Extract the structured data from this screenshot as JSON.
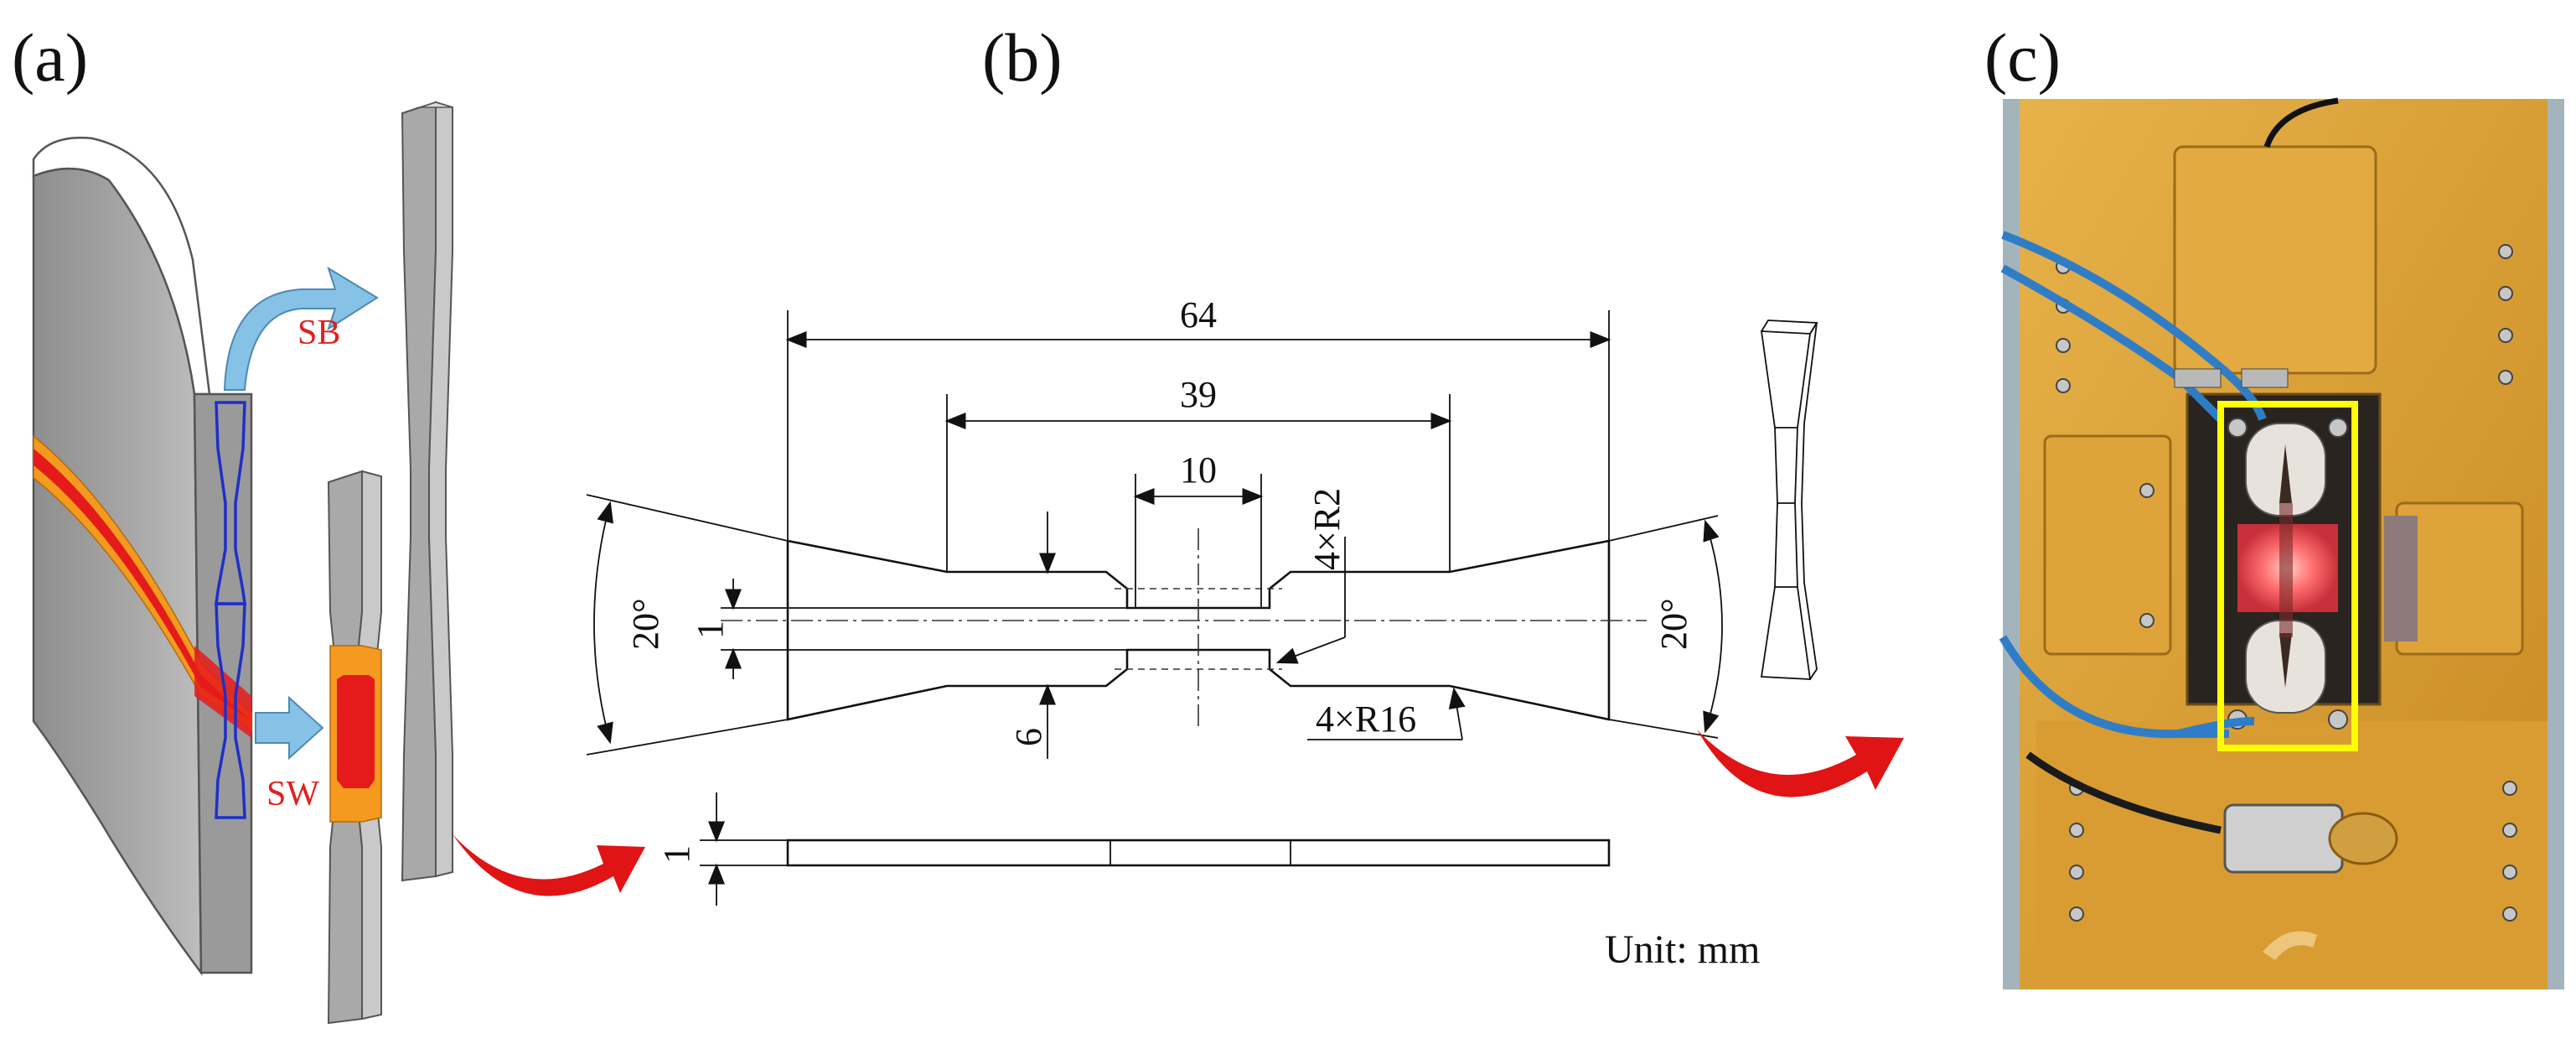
{
  "panels": {
    "a": {
      "label": "(a)",
      "specimen_labels": {
        "sb": "SB",
        "sw": "SW"
      }
    },
    "b": {
      "label": "(b)",
      "dimensions": {
        "total_length": "64",
        "grip_to_grip": "39",
        "gauge_length": "10",
        "gauge_width": "1",
        "shoulder_width": "6",
        "thickness": "1",
        "small_radius": "4×R2",
        "large_radius": "4×R16",
        "angle_left": "20°",
        "angle_right": "20°"
      },
      "unit_note": "Unit: mm"
    },
    "c": {
      "label": "(c)"
    }
  },
  "colors": {
    "weld_red": "#e51b1b",
    "haz_orange": "#f39a1f",
    "specimen_grey": "#a9a9a9",
    "outline_blue": "#1f2fc8",
    "arrow_red": "#e01414",
    "arrow_blue": "#86c1e6",
    "highlight_yellow": "#ffff00",
    "fixture_gold": "#d9a034"
  }
}
